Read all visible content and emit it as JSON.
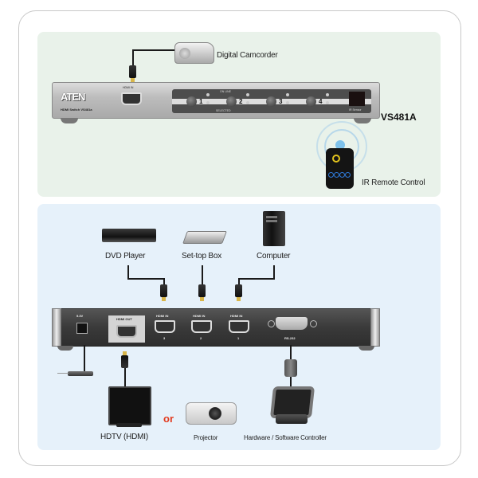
{
  "diagram": {
    "title_model": "VS481A",
    "top_section": {
      "source_device": {
        "label": "Digital Camcorder",
        "icon": "camcorder-icon"
      },
      "switch_front": {
        "logo": "ATEN",
        "model_small": "HDMI Switch VS481a",
        "hdmi_in_label": "HDMI IN",
        "on_line_label": "ON LINE",
        "selected_label": "SELECTED",
        "port_buttons": [
          "1",
          "2",
          "3",
          "4"
        ],
        "ir_window_label": "IR Sensor"
      },
      "remote": {
        "label": "IR Remote Control",
        "icon": "ir-remote-icon"
      }
    },
    "bottom_section": {
      "sources": [
        {
          "label": "DVD Player",
          "icon": "dvd-player-icon"
        },
        {
          "label": "Set-top Box",
          "icon": "set-top-box-icon"
        },
        {
          "label": "Computer",
          "icon": "computer-tower-icon"
        }
      ],
      "switch_rear": {
        "power_label": "5.3V",
        "hdmi_out_label": "HDMI OUT",
        "hdmi_in_ports": [
          {
            "label": "HDMI IN",
            "number": "3"
          },
          {
            "label": "HDMI IN",
            "number": "2"
          },
          {
            "label": "HDMI IN",
            "number": "1"
          }
        ],
        "serial_label": "RS-232"
      },
      "outputs": [
        {
          "label": "HDTV (HDMI)",
          "icon": "hdtv-icon"
        },
        {
          "label": "Projector",
          "icon": "projector-icon"
        }
      ],
      "or_text": "or",
      "controller": {
        "label": "Hardware / Software Controller",
        "icon": "touch-controller-icon"
      }
    },
    "colors": {
      "top_panel": "#e9f2ea",
      "bottom_panel": "#e6f1fa",
      "or_accent": "#e23a1e",
      "remote_yellow": "#e2c31d",
      "remote_blue": "#2f7ad9"
    }
  }
}
